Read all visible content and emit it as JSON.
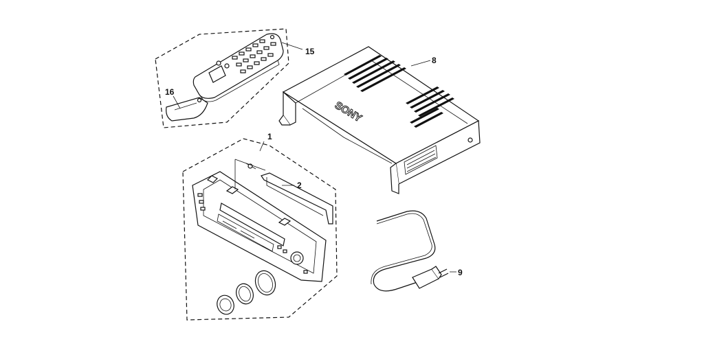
{
  "diagram": {
    "brand_text": "SONY",
    "callouts": [
      {
        "id": "part-1",
        "label": "1"
      },
      {
        "id": "part-2",
        "label": "2"
      },
      {
        "id": "part-8",
        "label": "8"
      },
      {
        "id": "part-9",
        "label": "9"
      },
      {
        "id": "part-15",
        "label": "15"
      },
      {
        "id": "part-16",
        "label": "16"
      }
    ]
  }
}
